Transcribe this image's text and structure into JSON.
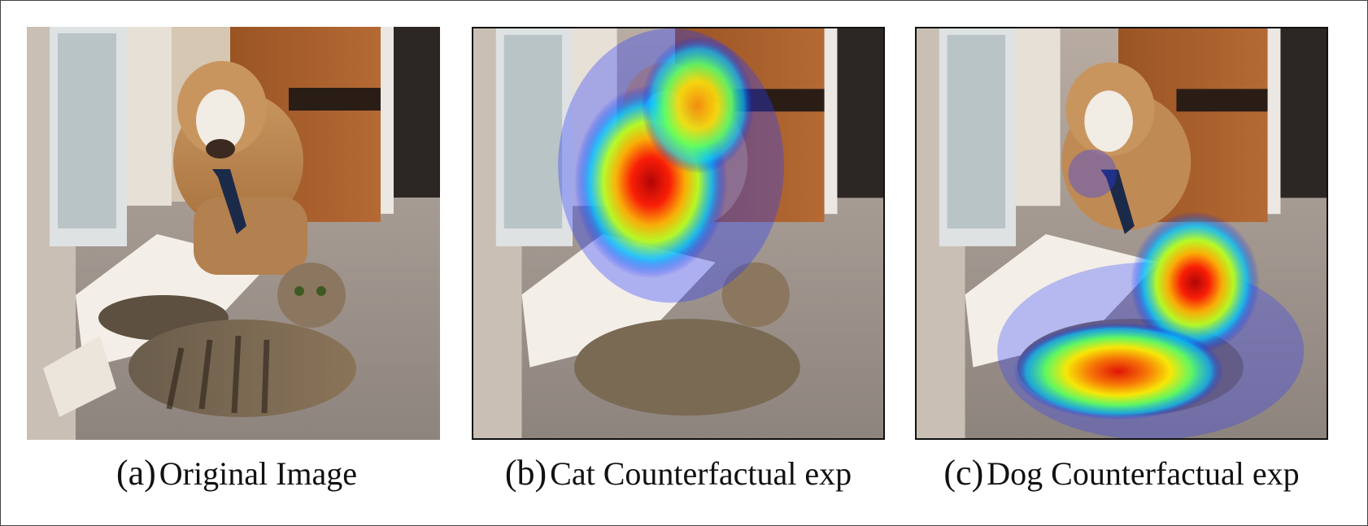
{
  "figure": {
    "panels": [
      {
        "tag": "(a)",
        "caption": "Original Image",
        "overlay": "none"
      },
      {
        "tag": "(b)",
        "caption": "Cat Counterfactual exp",
        "overlay": "heatmap on dog (head/chest)"
      },
      {
        "tag": "(c)",
        "caption": "Dog Counterfactual exp",
        "overlay": "heatmap on cat (head/body)"
      }
    ],
    "heatmap_colors": [
      "#0000ff",
      "#00c8ff",
      "#00ff66",
      "#ffff00",
      "#ff8000",
      "#ff0000",
      "#b40000"
    ]
  }
}
